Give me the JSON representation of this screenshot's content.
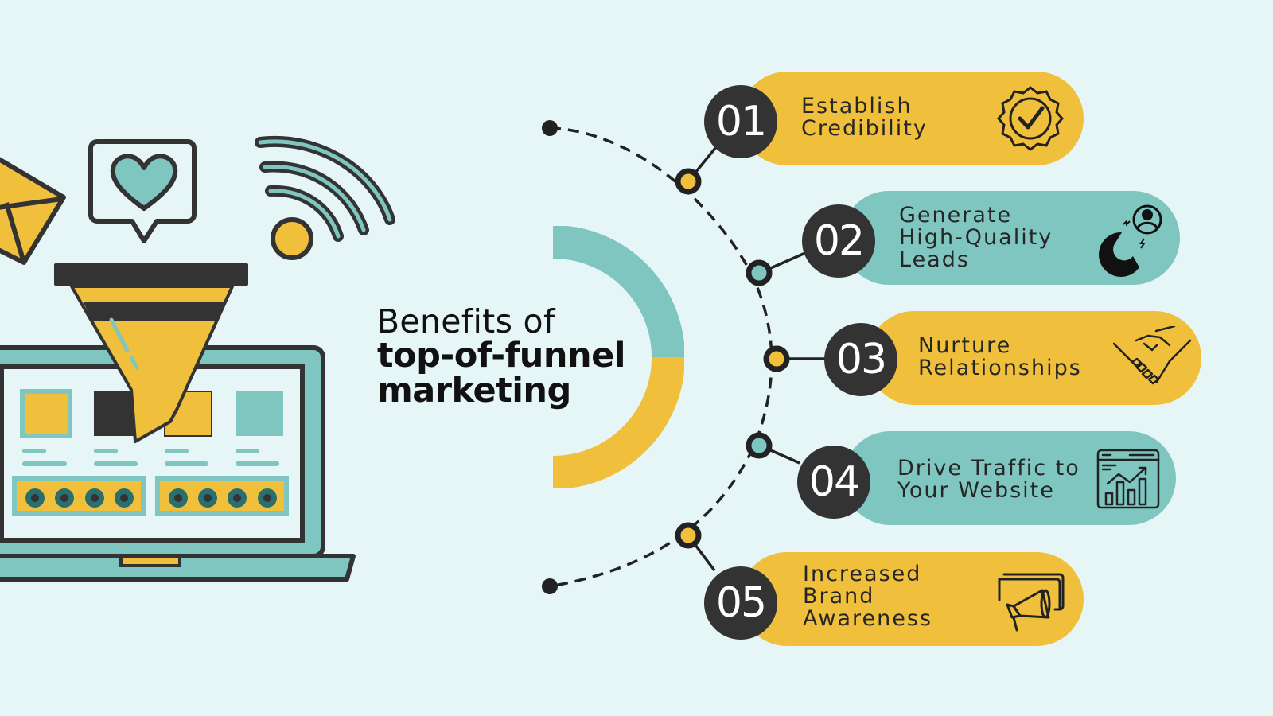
{
  "title": {
    "line1": "Benefits of",
    "line2": "top-of-funnel",
    "line3": "marketing"
  },
  "colors": {
    "background": "#e6f6f7",
    "yellow": "#f0c03c",
    "teal": "#7fc6c1",
    "dark": "#333333",
    "text": "#262626"
  },
  "benefits": [
    {
      "number": "01",
      "lines": [
        "Establish",
        "Credibility"
      ],
      "color": "yellow",
      "icon": "badge-check-icon"
    },
    {
      "number": "02",
      "lines": [
        "Generate",
        "High-Quality",
        "Leads"
      ],
      "color": "teal",
      "icon": "magnet-user-icon"
    },
    {
      "number": "03",
      "lines": [
        "Nurture",
        "Relationships"
      ],
      "color": "yellow",
      "icon": "handshake-icon"
    },
    {
      "number": "04",
      "lines": [
        "Drive Traffic to",
        "Your Website"
      ],
      "color": "teal",
      "icon": "website-analytics-icon"
    },
    {
      "number": "05",
      "lines": [
        "Increased",
        "Brand",
        "Awareness"
      ],
      "color": "yellow",
      "icon": "megaphone-icon"
    }
  ],
  "illustration": {
    "elements": [
      "envelope-icon",
      "heart-speech-bubble-icon",
      "wifi-signal-icon",
      "funnel-icon",
      "laptop-icon"
    ]
  }
}
